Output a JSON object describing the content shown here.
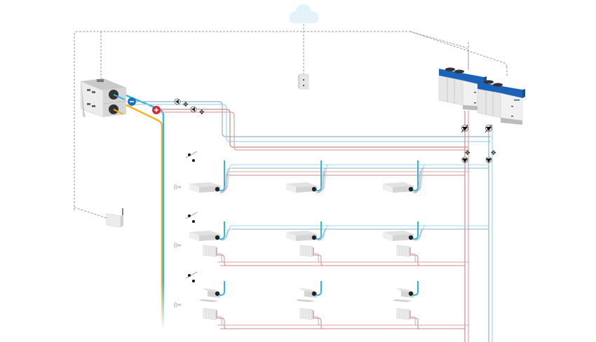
{
  "diagram": {
    "colors": {
      "supply_cold": "#2fb6e8",
      "cold_light": "#9fd8f0",
      "cold_dark": "#8fb4c6",
      "hot_red": "#e7a0a0",
      "hot_dark": "#c88a8a",
      "condensate_yellow": "#f6b21c",
      "device_grey": "#d9d9d9",
      "chiller_blue": "#1a63b6",
      "valve_red": "#d42a35",
      "valve_blue": "#1e73be",
      "control_line": "#9a9a9a",
      "cloud": "#e3f2fb"
    },
    "nodes": [
      {
        "id": "cloud",
        "icon": "cloud-icon"
      },
      {
        "id": "ahu",
        "icon": "air-handling-unit-icon"
      },
      {
        "id": "thermostat",
        "icon": "wall-controller-icon"
      },
      {
        "id": "gateway",
        "icon": "wifi-gateway-icon"
      },
      {
        "id": "chiller-1",
        "icon": "chiller-icon"
      },
      {
        "id": "chiller-2",
        "icon": "chiller-icon"
      }
    ],
    "floors": [
      {
        "name": "floor-1",
        "units": [
          "cassette",
          "cassette",
          "cassette"
        ],
        "radiators": 0
      },
      {
        "name": "floor-2",
        "units": [
          "cassette",
          "cassette",
          "cassette"
        ],
        "radiators": 3
      },
      {
        "name": "floor-3",
        "units": [
          "wall-unit",
          "wall-unit",
          "wall-unit"
        ],
        "radiators": 3
      }
    ]
  }
}
